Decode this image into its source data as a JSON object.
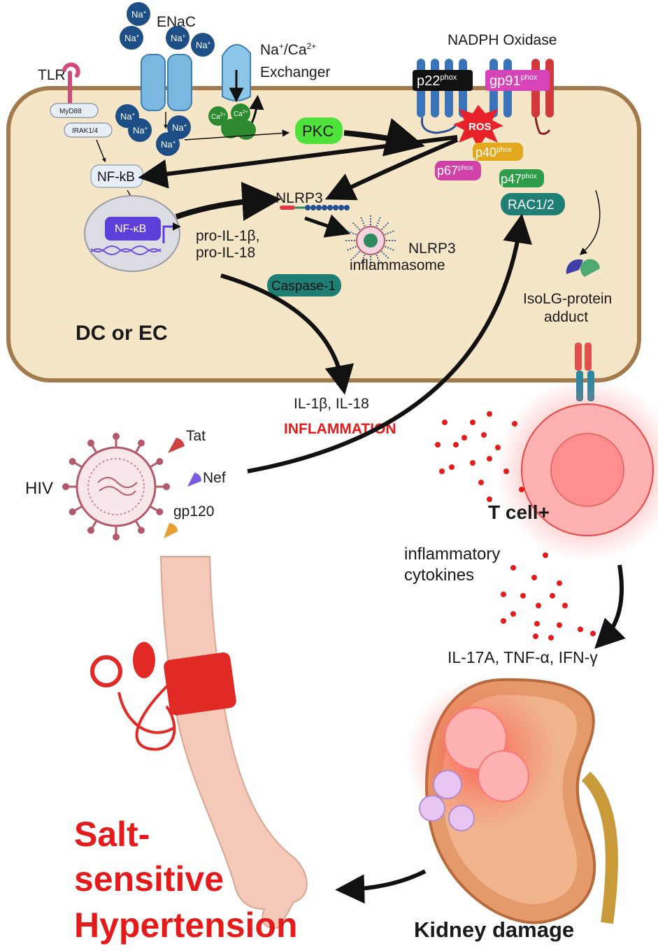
{
  "colors": {
    "cell_fill": "#f6e6c8",
    "cell_border": "#a37a4c",
    "red_text": "#e41b1b",
    "pkc_green": "#4ee23a",
    "teal": "#1f7f74",
    "nfkb_blue": "#5b3fd8",
    "p22_black": "#111111",
    "gp91_pink": "#d644b8",
    "p40_orange": "#e3a81e",
    "p67_pink": "#d13fa9",
    "p47_green": "#2f9c4a",
    "membrane_blue": "#3b73b8",
    "na_ion_blue": "#1d4f86",
    "ca_ion_green": "#2e8a2e"
  },
  "labels": {
    "enac": "ENaC",
    "tlr": "TLR",
    "myd88": "MyD88",
    "irak": "IRAK1/4",
    "na_ion": "Na",
    "na_ion_sup": "+",
    "ca_ion": "Ca",
    "ca_ion_sup": "2+",
    "exchanger_line1_a": "Na",
    "exchanger_line1_b": "+",
    "exchanger_line1_c": "/Ca",
    "exchanger_line1_d": "2+",
    "exchanger_line2": "Exchanger",
    "nadph": "NADPH Oxidase",
    "p22": "p22",
    "p22_sup": "phox",
    "gp91": "gp91",
    "gp91_sup": "phox",
    "ros": "ROS",
    "p40": "p40",
    "p40_sup": "phox",
    "p67": "p67",
    "p67_sup": "phox",
    "p47": "p47",
    "p47_sup": "phox",
    "rac": "RAC1/2",
    "pkc": "PKC",
    "nfkb_cyto": "NF-kB",
    "nfkb_nuclear": "NF-κB",
    "nlrp3": "NLRP3",
    "pro_il_line1": "pro-IL-1β,",
    "pro_il_line2": "pro-IL-18",
    "inflammasome_line1": "NLRP3",
    "inflammasome_line2": "inflammasome",
    "caspase": "Caspase-1",
    "isolg_line1": "IsoLG-protein",
    "isolg_line2": "adduct",
    "cell_type": "DC or EC",
    "il1b": "IL-1β, IL-18",
    "inflammation": "INFLAMMATION",
    "hiv": "HIV",
    "tat": "Tat",
    "nef": "Nef",
    "gp120": "gp120",
    "tcell": "T cell+",
    "cytokines_line1": "inflammatory",
    "cytokines_line2": "cytokines",
    "il17": "IL-17A, TNF-α, IFN-γ",
    "kidney": "Kidney damage",
    "salt_line1": "Salt-",
    "salt_line2": "sensitive",
    "salt_line3": "Hypertension"
  }
}
